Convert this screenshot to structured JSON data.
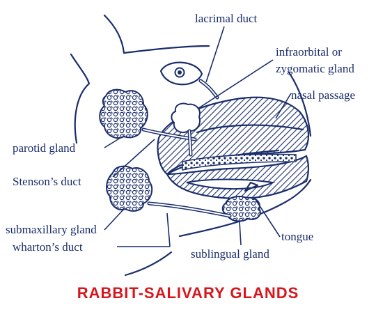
{
  "title": "RABBIT-SALIVARY GLANDS",
  "labels": {
    "lacrimal_duct": "lacrimal duct",
    "infraorbital_line1": "infraorbital or",
    "infraorbital_line2": "zygomatic gland",
    "nasal_passage": "nasal passage",
    "parotid_gland": "parotid gland",
    "stensons_duct": "Stenson’s duct",
    "submaxillary_gland": "submaxillary gland",
    "whartons_duct": "wharton’s duct",
    "tongue": "tongue",
    "sublingual_gland": "sublingual gland"
  },
  "colors": {
    "ink": "#1a2d6b",
    "title": "#d8151b",
    "background": "#ffffff"
  }
}
